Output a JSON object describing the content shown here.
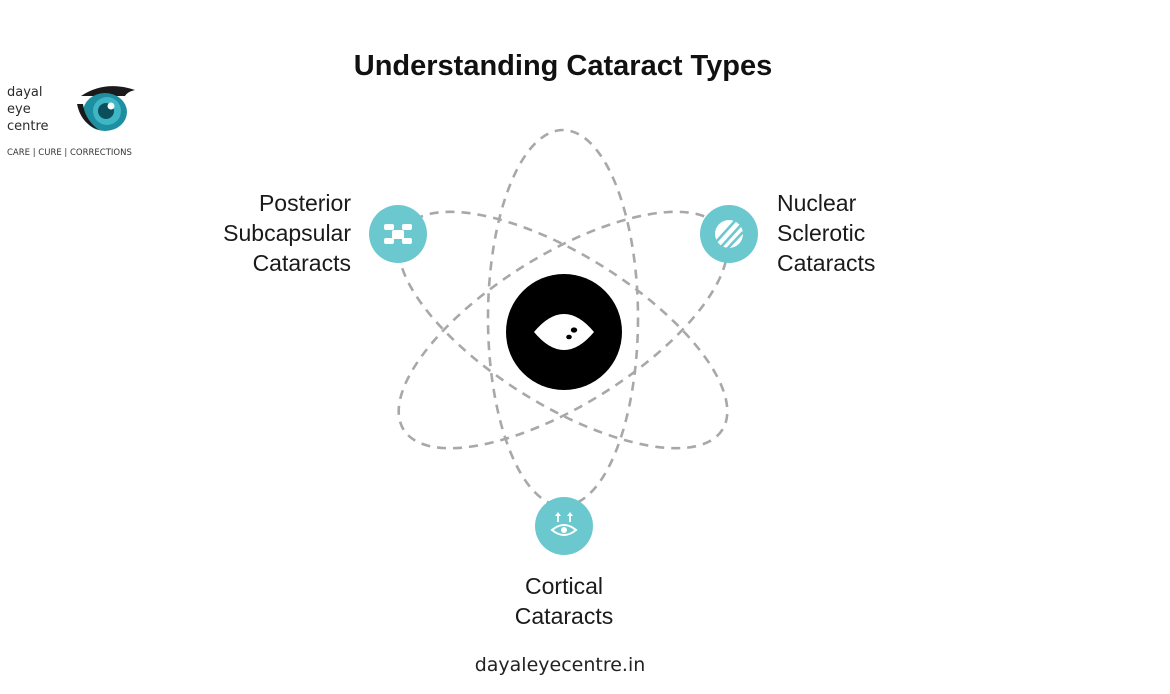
{
  "brand": {
    "name_lines": [
      "dayal",
      "eye",
      "centre"
    ],
    "tagline": "CARE | CURE | CORRECTIONS"
  },
  "title": "Understanding Cataract Types",
  "types": {
    "posterior": {
      "lines": [
        "Posterior",
        "Subcapsular",
        "Cataracts"
      ],
      "icon": "spine-vertebrae-icon"
    },
    "nuclear": {
      "lines": [
        "Nuclear",
        "Sclerotic",
        "Cataracts"
      ],
      "icon": "striped-circle-icon"
    },
    "cortical": {
      "lines": [
        "Cortical",
        "Cataracts"
      ],
      "icon": "eye-arrows-icon"
    }
  },
  "center_icon": "eye-icon",
  "colors": {
    "accent": "#6cc8cf",
    "center": "#000000",
    "orbit": "#a8a8a8"
  },
  "footer": "dayaleyecentre.in"
}
